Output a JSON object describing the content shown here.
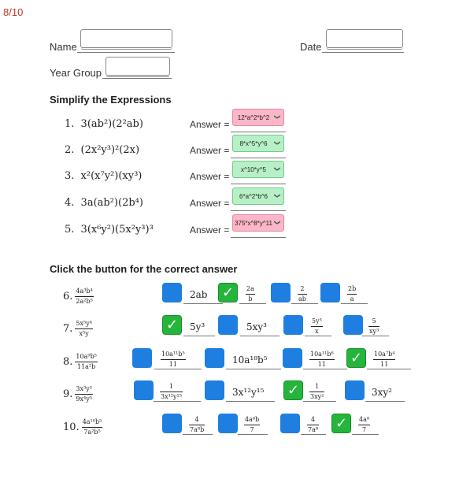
{
  "score": "8/10",
  "header": {
    "name_label": "Name",
    "date_label": "Date",
    "year_label": "Year Group"
  },
  "simplify": {
    "heading": "Simplify the Expressions",
    "answer_label": "Answer =",
    "questions": [
      {
        "num": "1.",
        "expr": "3(ab²)(2²ab)",
        "selected": "12*a^2*b^2",
        "status": "incorrect"
      },
      {
        "num": "2.",
        "expr": "(2x²y³)²(2x)",
        "selected": "8*x^5*y^6",
        "status": "correct"
      },
      {
        "num": "3.",
        "expr": "x²(x⁷y²)(xy³)",
        "selected": "x^10*y^5",
        "status": "correct"
      },
      {
        "num": "4.",
        "expr": "3a(ab²)(2b⁴)",
        "selected": "6*a^2*b^6",
        "status": "correct"
      },
      {
        "num": "5.",
        "expr": "3(x⁶y²)(5x²y³)³",
        "selected": "375*x^8*y^11",
        "status": "incorrect"
      }
    ],
    "colors": {
      "incorrect": "#fbb6c8",
      "correct": "#b7f0c6"
    }
  },
  "buttons": {
    "heading": "Click the button for the correct answer",
    "questions": [
      {
        "num": "6.",
        "q_num": "4a³b⁴",
        "q_den": "2a²b⁵",
        "options": [
          {
            "text": "2ab",
            "checked": false
          },
          {
            "num": "2a",
            "den": "b",
            "checked": true
          },
          {
            "num": "2",
            "den": "ab",
            "checked": false
          },
          {
            "num": "2b",
            "den": "a",
            "checked": false
          }
        ]
      },
      {
        "num": "7.",
        "q_num": "5x⁵y⁴",
        "q_den": "x⁵y",
        "options": [
          {
            "text": "5y³",
            "checked": true
          },
          {
            "text": "5xy³",
            "checked": false
          },
          {
            "num": "5y³",
            "den": "x",
            "checked": false
          },
          {
            "num": "5",
            "den": "xy³",
            "checked": false
          }
        ]
      },
      {
        "num": "8.",
        "q_num": "10a⁹b⁵",
        "q_den": "11a²b",
        "options": [
          {
            "num": "10a¹¹b⁵",
            "den": "11",
            "checked": false
          },
          {
            "text": "10a¹⁸b⁵",
            "checked": false
          },
          {
            "num": "10a¹¹b⁶",
            "den": "11",
            "checked": false
          },
          {
            "num": "10a⁷b⁴",
            "den": "11",
            "checked": true
          }
        ]
      },
      {
        "num": "9.",
        "q_num": "3x³y³",
        "q_den": "9x⁴y⁵",
        "options": [
          {
            "num": "1",
            "den": "3x¹²y¹⁵",
            "checked": false
          },
          {
            "text": "3x¹²y¹⁵",
            "checked": false
          },
          {
            "num": "1",
            "den": "3xy²",
            "checked": true
          },
          {
            "text": "3xy²",
            "checked": false
          }
        ]
      },
      {
        "num": "10.",
        "q_num": "4a¹⁰b⁵",
        "q_den": "7a²b⁵",
        "options": [
          {
            "num": "4",
            "den": "7a⁸b",
            "checked": false
          },
          {
            "num": "4a⁸b",
            "den": "7",
            "checked": false
          },
          {
            "num": "4",
            "den": "7a⁸",
            "checked": false
          },
          {
            "num": "4a⁸",
            "den": "7",
            "checked": true
          }
        ]
      }
    ],
    "colors": {
      "button": "#1e7fe0",
      "checked": "#24b53a"
    },
    "check_glyph": "✓"
  }
}
